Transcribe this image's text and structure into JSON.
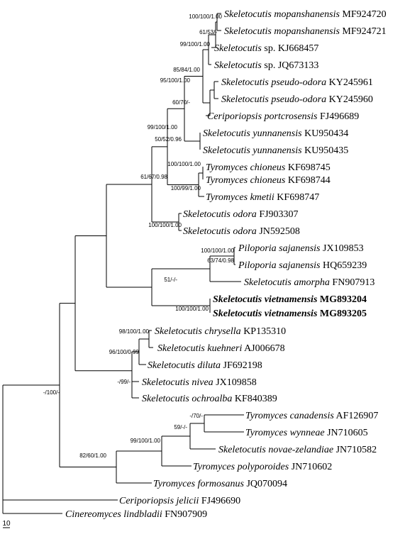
{
  "taxa": [
    {
      "genus": "Skeletocutis mopanshanensis",
      "acc": "MF924720",
      "bold": false
    },
    {
      "genus": "Skeletocutis mopanshanensis",
      "acc": "MF924721",
      "bold": false
    },
    {
      "genus": "Skeletocutis",
      "epithet": "sp.",
      "acc": "KJ668457",
      "bold": false
    },
    {
      "genus": "Skeletocutis",
      "epithet": "sp.",
      "acc": "JQ673133",
      "bold": false
    },
    {
      "genus": "Skeletocutis  pseudo-odora",
      "acc": "KY245961",
      "bold": false
    },
    {
      "genus": "Skeletocutis  pseudo-odora",
      "acc": "KY245960",
      "bold": false
    },
    {
      "genus": "Ceriporiopsis portcrosensis",
      "acc": "FJ496689",
      "bold": false
    },
    {
      "genus": "Skeletocutis yunnanensis",
      "acc": "KU950434",
      "bold": false
    },
    {
      "genus": "Skeletocutis yunnanensis",
      "acc": "KU950435",
      "bold": false
    },
    {
      "genus": "Tyromyces chioneus",
      "acc": "KF698745",
      "bold": false
    },
    {
      "genus": "Tyromyces chioneus",
      "acc": "KF698744",
      "bold": false
    },
    {
      "genus": "Tyromyces kmetii",
      "acc": "KF698747",
      "bold": false
    },
    {
      "genus": "Skeletocutis odora",
      "acc": "FJ903307",
      "bold": false
    },
    {
      "genus": "Skeletocutis odora",
      "acc": "JN592508",
      "bold": false
    },
    {
      "genus": "Piloporia sajanensis",
      "acc": "JX109853",
      "bold": false
    },
    {
      "genus": "Piloporia sajanensis",
      "acc": "HQ659239",
      "bold": false
    },
    {
      "genus": "Skeletocutis amorpha",
      "acc": "FN907913",
      "bold": false
    },
    {
      "genus": "Skeletocutis vietnamensis",
      "acc": "MG893204",
      "bold": true
    },
    {
      "genus": "Skeletocutis vietnamensis",
      "acc": "MG893205",
      "bold": true
    },
    {
      "genus": "Skeletocutis chrysella",
      "acc": "KP135310",
      "bold": false
    },
    {
      "genus": "Skeletocutis kuehneri",
      "acc": "AJ006678",
      "bold": false
    },
    {
      "genus": "Skeletocutis diluta",
      "acc": "JF692198",
      "bold": false
    },
    {
      "genus": "Skeletocutis nivea",
      "acc": "JX109858",
      "bold": false
    },
    {
      "genus": "Skeletocutis ochroalba",
      "acc": "KF840389",
      "bold": false
    },
    {
      "genus": "Tyromyces canadensis",
      "acc": "AF126907",
      "bold": false
    },
    {
      "genus": "Tyromyces wynneae",
      "acc": "JN710605",
      "bold": false
    },
    {
      "genus": "Skeletocutis novae-zelandiae",
      "acc": "JN710582",
      "bold": false
    },
    {
      "genus": "Tyromyces polyporoides",
      "acc": "JN710602",
      "bold": false
    },
    {
      "genus": "Tyromyces formosanus",
      "acc": "JQ070094",
      "bold": false
    },
    {
      "genus": "Ceriporiopsis jelicii",
      "acc": "FJ496690",
      "bold": false
    },
    {
      "genus": "Cinereomyces lindbladii",
      "acc": "FN907909",
      "bold": false
    }
  ],
  "supports": [
    "100/100/1.00",
    "61/53/-",
    "99/100/1.00",
    "85/84/1.00",
    "95/100/1.00",
    "60/70/-",
    "99/100/1.00",
    "50/52/0.96",
    "100/100/1.00",
    "100/99/1.00",
    "61/67/0.98",
    "100/100/1.00",
    "100/100/1.00",
    "63/74/0.98",
    "51/-/-",
    "100/100/1.00",
    "98/100/1.00",
    "96/100/0.99",
    "-/99/-",
    "-/100/-",
    "-/70/-",
    "59/-/-",
    "99/100/1.00",
    "82/60/1.00"
  ],
  "scale": {
    "label": "10"
  }
}
